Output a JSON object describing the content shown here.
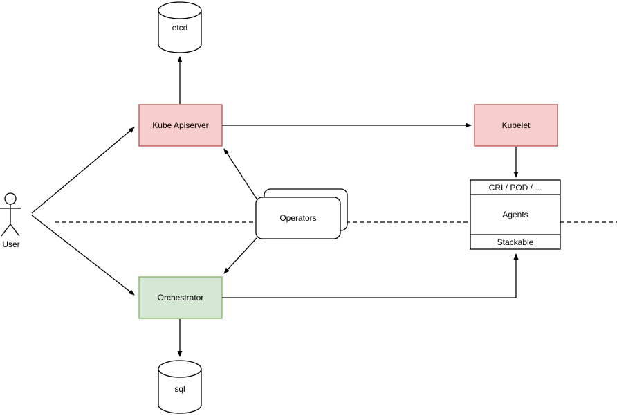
{
  "diagram": {
    "type": "architecture-diagram",
    "background": "#ffffff"
  },
  "colors": {
    "edge": "#000000",
    "red_fill": "#f8cecc",
    "red_stroke": "#b85450",
    "green_fill": "#d5e8d4",
    "green_stroke": "#82b366",
    "plain_fill": "#ffffff",
    "plain_stroke": "#000000",
    "text": "#000000"
  },
  "nodes": {
    "etcd": {
      "label": "etcd",
      "shape": "database-cylinder"
    },
    "kube_apiserver": {
      "label": "Kube Apiserver",
      "shape": "rectangle"
    },
    "kubelet": {
      "label": "Kubelet",
      "shape": "rectangle"
    },
    "agents_stack": {
      "header": "CRI / POD / ...",
      "body": "Agents",
      "footer": "Stackable",
      "shape": "sectioned-rectangle"
    },
    "operators": {
      "label": "Operators",
      "shape": "stacked-rounded-rectangle"
    },
    "orchestrator": {
      "label": "Orchestrator",
      "shape": "rectangle"
    },
    "sql": {
      "label": "sql",
      "shape": "database-cylinder"
    },
    "user": {
      "label": "User",
      "shape": "actor"
    }
  },
  "edges": [
    {
      "from": "User",
      "to": "Kube Apiserver",
      "style": "arrow"
    },
    {
      "from": "User",
      "to": "Orchestrator",
      "style": "arrow"
    },
    {
      "from": "Kube Apiserver",
      "to": "etcd",
      "style": "arrow"
    },
    {
      "from": "Kube Apiserver",
      "to": "Kubelet",
      "style": "arrow"
    },
    {
      "from": "Operators",
      "to": "Kube Apiserver",
      "style": "arrow"
    },
    {
      "from": "Operators",
      "to": "Orchestrator",
      "style": "arrow"
    },
    {
      "from": "Kubelet",
      "to": "CRI / POD / ...",
      "style": "arrow"
    },
    {
      "from": "Orchestrator",
      "to": "Stackable",
      "style": "arrow-orthogonal"
    },
    {
      "from": "Orchestrator",
      "to": "sql",
      "style": "arrow"
    }
  ],
  "separator": {
    "style": "dashed-horizontal-line"
  }
}
